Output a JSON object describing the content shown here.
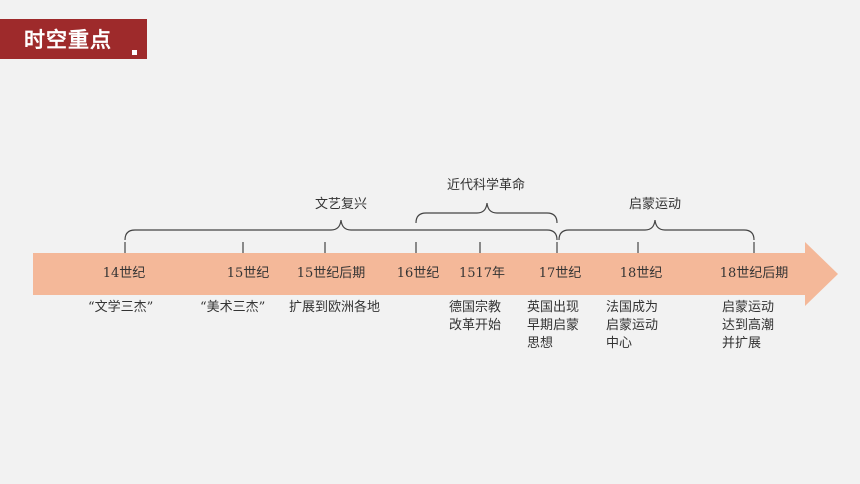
{
  "header": {
    "title": "时空重点"
  },
  "colors": {
    "title_bg": "#9e2a2b",
    "arrow": "#f4b899",
    "bracket": "#444444"
  },
  "periods": [
    {
      "name": "文艺复兴"
    },
    {
      "name": "近代科学革命"
    },
    {
      "name": "启蒙运动"
    }
  ],
  "timeline": {
    "dates": [
      "14世纪",
      "15世纪",
      "15世纪后期",
      "16世纪",
      "1517年",
      "17世纪",
      "18世纪",
      "18世纪后期"
    ],
    "events": [
      [
        "“文学三杰”"
      ],
      [
        "“美术三杰”"
      ],
      [
        "扩展到欧洲各地"
      ],
      [
        "德国宗教",
        "改革开始"
      ],
      [
        "英国出现",
        "早期启蒙",
        "思想"
      ],
      [
        "法国成为",
        "启蒙运动",
        "中心"
      ],
      [
        "启蒙运动",
        "达到高潮",
        "并扩展"
      ]
    ]
  }
}
